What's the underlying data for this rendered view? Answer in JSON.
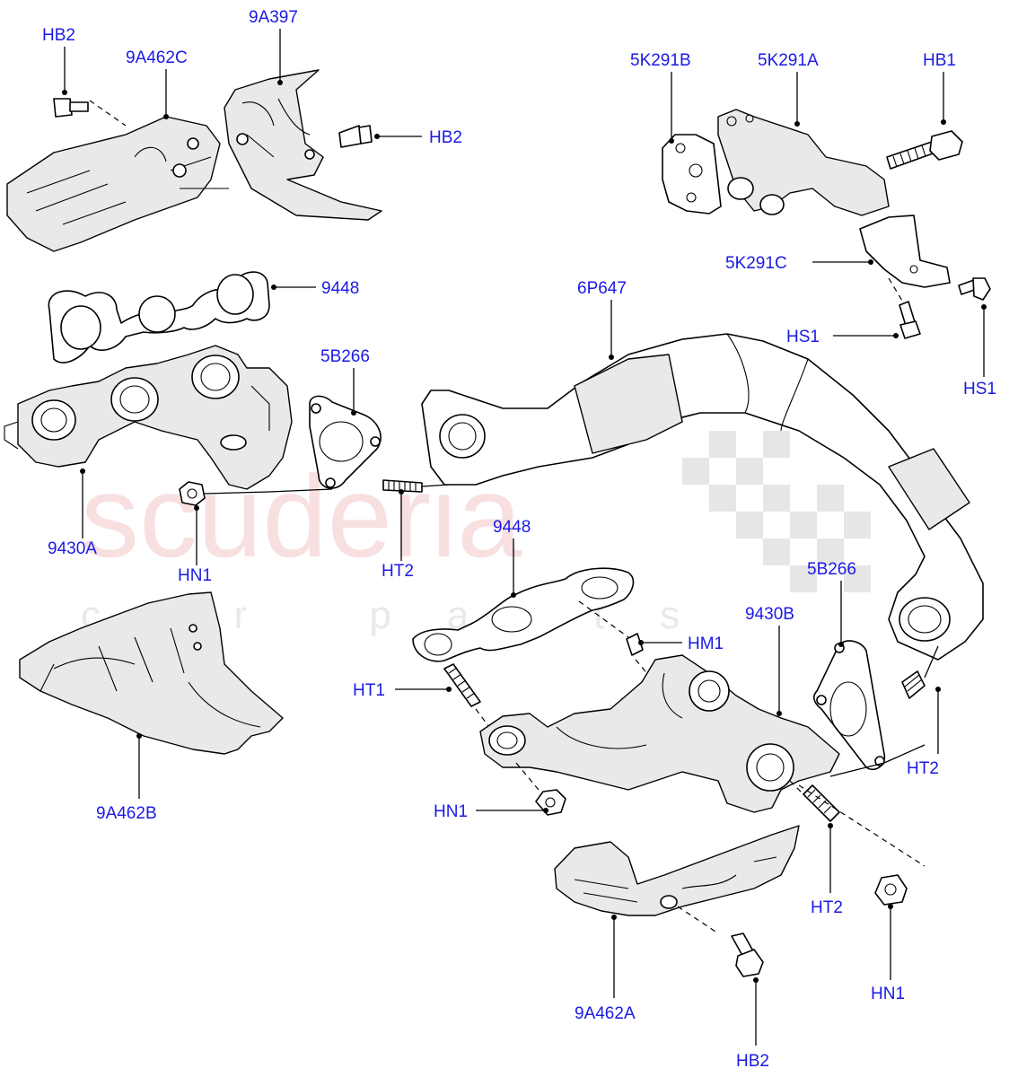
{
  "watermark": {
    "main": "scuderia",
    "sub": "car parts"
  },
  "labels": {
    "hb2_a": "HB2",
    "c9a462c": "9A462C",
    "c9a397": "9A397",
    "hb2_b": "HB2",
    "c5k291b": "5K291B",
    "c5k291a": "5K291A",
    "hb1": "HB1",
    "c5k291c": "5K291C",
    "hs1_a": "HS1",
    "hs1_b": "HS1",
    "c9448_a": "9448",
    "c6p647": "6P647",
    "c5b266_a": "5B266",
    "c9430a": "9430A",
    "hn1_a": "HN1",
    "ht2_a": "HT2",
    "c9448_b": "9448",
    "hm1": "HM1",
    "ht1": "HT1",
    "c9430b": "9430B",
    "c5b266_b": "5B266",
    "ht2_b": "HT2",
    "c9a462b": "9A462B",
    "hn1_b": "HN1",
    "ht2_c": "HT2",
    "c9a462a": "9A462A",
    "hn1_c": "HN1",
    "hb2_c": "HB2"
  }
}
